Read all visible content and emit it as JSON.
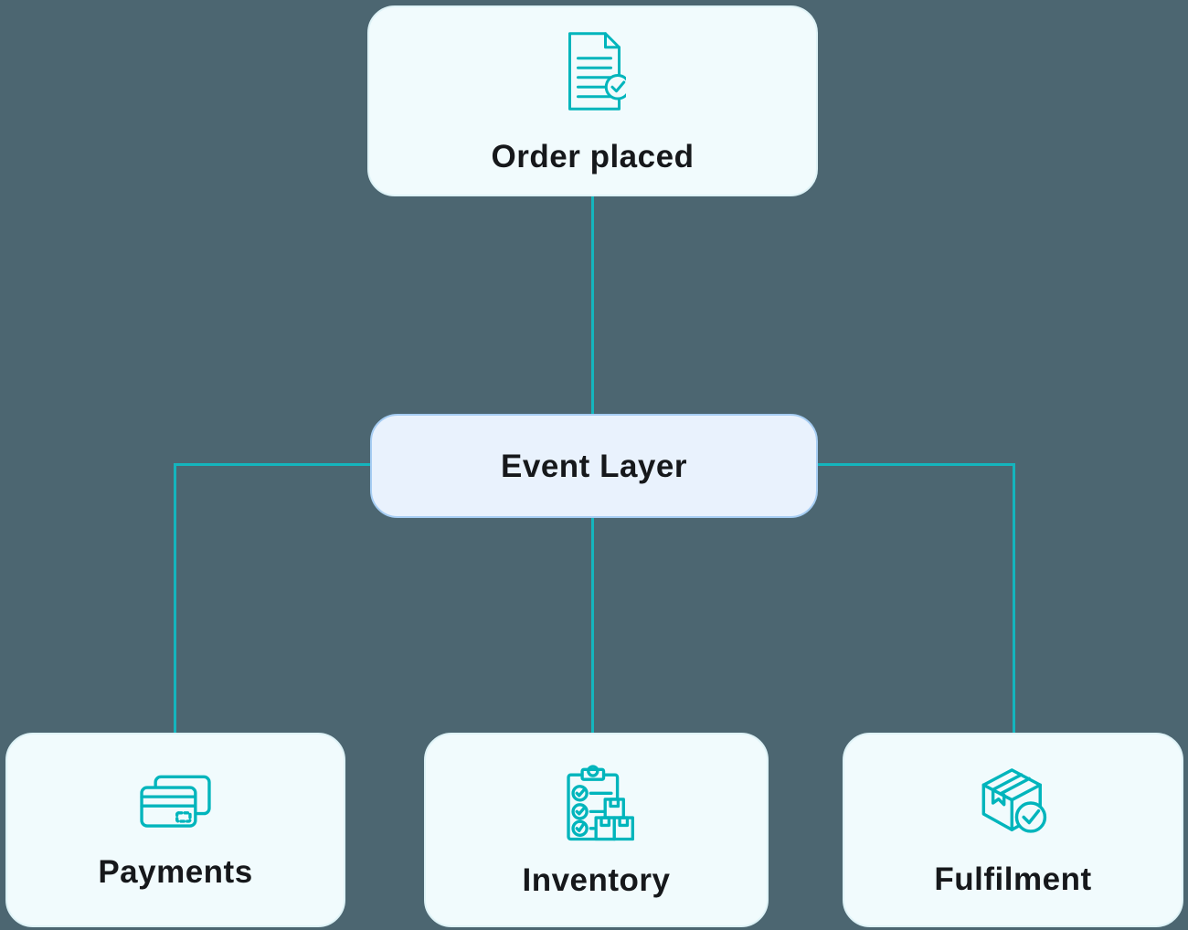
{
  "diagram": {
    "background_color": "#4C6671",
    "connector_color": "#14B5BD",
    "icon_color": "#00B5BC",
    "node_fill_light": "#F1FBFD",
    "node_fill_blue": "#E9F2FD",
    "nodes": {
      "order_placed": {
        "label": "Order placed",
        "icon": "document-check-icon"
      },
      "event_layer": {
        "label": "Event Layer"
      },
      "payments": {
        "label": "Payments",
        "icon": "credit-card-icon"
      },
      "inventory": {
        "label": "Inventory",
        "icon": "clipboard-checklist-boxes-icon"
      },
      "fulfilment": {
        "label": "Fulfilment",
        "icon": "package-check-icon"
      }
    },
    "edges": [
      "order_placed -> event_layer",
      "event_layer -> payments",
      "event_layer -> inventory",
      "event_layer -> fulfilment"
    ]
  }
}
